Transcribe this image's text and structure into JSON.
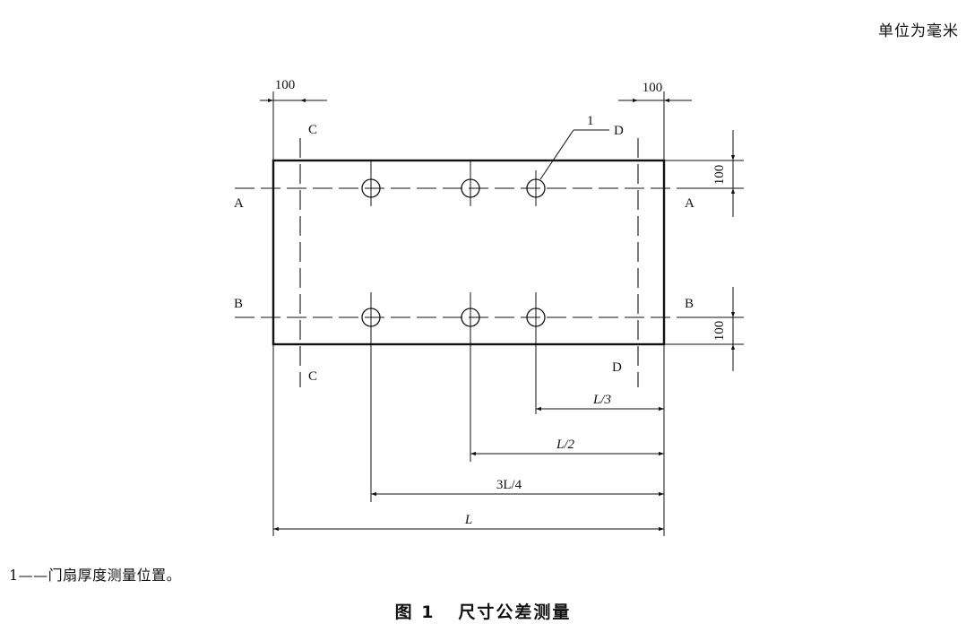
{
  "unit_note": "单位为毫米",
  "dimensions": {
    "left_offset": "100",
    "right_offset": "100",
    "top_offset": "100",
    "bottom_offset": "100",
    "third": "L/3",
    "half": "L/2",
    "three_quarter": "3L/4",
    "full": "L"
  },
  "section_labels": {
    "a": "A",
    "b": "B",
    "c": "C",
    "d": "D"
  },
  "callout": {
    "number": "1",
    "letter": "D"
  },
  "legend": "1——门扇厚度测量位置。",
  "caption": "图 1   尺寸公差测量"
}
